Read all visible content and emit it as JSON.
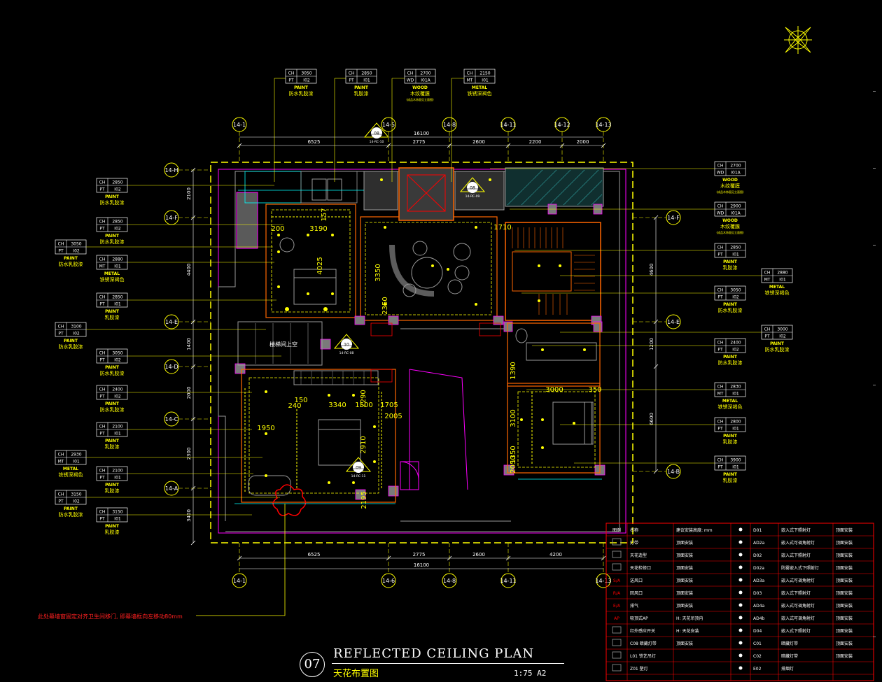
{
  "title": {
    "number": "07",
    "main": "REFLECTED CEILING PLAN",
    "sub": "天花布置图",
    "scale": "1:75 A2"
  },
  "note": "此处幕墙窗固定对齐卫生间移门, 即幕墙框向左移动80mm",
  "grid_top": [
    "14-1",
    "14-5",
    "14-8",
    "14-11",
    "14-12",
    "14-13"
  ],
  "grid_bottom": [
    "14-1",
    "14-6",
    "14-8",
    "14-11",
    "14-13"
  ],
  "grid_left": [
    "14-H",
    "14-F",
    "14-E",
    "14-D",
    "14-C",
    "14-A"
  ],
  "grid_right": [
    "14-F",
    "14-E",
    "14-B"
  ],
  "dims_top": {
    "total": "16100",
    "segments": [
      "6525",
      "2775",
      "2600",
      "2200",
      "2000"
    ]
  },
  "dims_bottom": {
    "total": "16100",
    "segments": [
      "6525",
      "2775",
      "2600",
      "4200"
    ]
  },
  "dims_left": [
    "2100",
    "4400",
    "1400",
    "2000",
    "2300",
    "3400"
  ],
  "dims_right": [
    "4600",
    "1200",
    "6600"
  ],
  "room_labels": [
    "3190",
    "4025",
    "3350",
    "2350",
    "3340",
    "2290",
    "1500",
    "1705",
    "2910",
    "3000",
    "350",
    "3100",
    "1350",
    "2050",
    "200",
    "150",
    "240",
    "157",
    "1710",
    "2195",
    "2005",
    "1950",
    "1390"
  ],
  "room_text": [
    "楼梯间上空"
  ],
  "top_tags": [
    {
      "ch": "3050",
      "pt": "PT",
      "code": "Ι02",
      "mat": "PAINT",
      "desc": "防水乳胶漆"
    },
    {
      "ch": "2850",
      "pt": "PT",
      "code": "Ι01",
      "mat": "PAINT",
      "desc": "乳胶漆"
    },
    {
      "ch": "2700",
      "pt": "WD",
      "code": "Ι01A",
      "mat": "WOOD",
      "desc": "木纹覆膜",
      "extra": "(成品木饰面见立面图)"
    },
    {
      "ch": "2150",
      "pt": "MT",
      "code": "Ι01",
      "mat": "METAL",
      "desc": "铁锈深褐色"
    }
  ],
  "left_tags": [
    {
      "ch": "2850",
      "pt": "PT",
      "code": "Ι02",
      "mat": "PAINT",
      "desc": "防水乳胶漆"
    },
    {
      "ch": "2850",
      "pt": "PT",
      "code": "Ι02",
      "mat": "PAINT",
      "desc": "防水乳胶漆"
    },
    {
      "ch": "3050",
      "pt": "PT",
      "code": "Ι02",
      "mat": "PAINT",
      "desc": "防水乳胶漆"
    },
    {
      "ch": "2880",
      "pt": "MT",
      "code": "Ι01",
      "mat": "METAL",
      "desc": "铁锈深褐色"
    },
    {
      "ch": "2850",
      "pt": "PT",
      "code": "Ι01",
      "mat": "PAINT",
      "desc": "乳胶漆"
    },
    {
      "ch": "3100",
      "pt": "PT",
      "code": "Ι02",
      "mat": "PAINT",
      "desc": "防水乳胶漆"
    },
    {
      "ch": "3050",
      "pt": "PT",
      "code": "Ι02",
      "mat": "PAINT",
      "desc": "防水乳胶漆"
    },
    {
      "ch": "2400",
      "pt": "PT",
      "code": "Ι02",
      "mat": "PAINT",
      "desc": "防水乳胶漆"
    },
    {
      "ch": "2100",
      "pt": "PT",
      "code": "Ι01",
      "mat": "PAINT",
      "desc": "乳胶漆"
    },
    {
      "ch": "2930",
      "pt": "MT",
      "code": "Ι01",
      "mat": "METAL",
      "desc": "铁锈深褐色"
    },
    {
      "ch": "2100",
      "pt": "PT",
      "code": "Ι01",
      "mat": "PAINT",
      "desc": "乳胶漆"
    },
    {
      "ch": "3150",
      "pt": "PT",
      "code": "Ι02",
      "mat": "PAINT",
      "desc": "防水乳胶漆"
    },
    {
      "ch": "3150",
      "pt": "PT",
      "code": "Ι01",
      "mat": "PAINT",
      "desc": "乳胶漆"
    }
  ],
  "right_tags": [
    {
      "ch": "2700",
      "pt": "WD",
      "code": "Ι01A",
      "mat": "WOOD",
      "desc": "木纹覆膜",
      "extra": "(成品木饰面见立面图)"
    },
    {
      "ch": "2900",
      "pt": "WD",
      "code": "Ι01A",
      "mat": "WOOD",
      "desc": "木纹覆膜",
      "extra": "(成品木饰面见立面图)"
    },
    {
      "ch": "2850",
      "pt": "PT",
      "code": "Ι01",
      "mat": "PAINT",
      "desc": "乳胶漆"
    },
    {
      "ch": "3050",
      "pt": "PT",
      "code": "Ι02",
      "mat": "PAINT",
      "desc": "防水乳胶漆"
    },
    {
      "ch": "2400",
      "pt": "PT",
      "code": "Ι02",
      "mat": "PAINT",
      "desc": "防水乳胶漆"
    },
    {
      "ch": "2830",
      "pt": "MT",
      "code": "Ι01",
      "mat": "METAL",
      "desc": "铁锈深褐色"
    },
    {
      "ch": "2800",
      "pt": "PT",
      "code": "Ι01",
      "mat": "PAINT",
      "desc": "乳胶漆"
    },
    {
      "ch": "3900",
      "pt": "PT",
      "code": "Ι01",
      "mat": "PAINT",
      "desc": "乳胶漆"
    }
  ],
  "right_outer_tags": [
    {
      "ch": "2880",
      "pt": "MT",
      "code": "Ι01",
      "mat": "METAL",
      "desc": "铁锈深褐色"
    },
    {
      "ch": "3000",
      "pt": "PT",
      "code": "Ι02",
      "mat": "PAINT",
      "desc": "防水乳胶漆"
    }
  ],
  "section_marks": [
    {
      "num": "08",
      "sheet": "14-RC-10"
    },
    {
      "num": "08",
      "sheet": "14-RC-09"
    },
    {
      "num": "10",
      "sheet": "14-RC-08"
    },
    {
      "num": "09",
      "sheet": "14-RC-11"
    }
  ],
  "legend": {
    "header": [
      "图例",
      "名称",
      "建议安装高度: mm"
    ],
    "left": [
      {
        "sym": "",
        "name": "灯带",
        "note": "顶面安装"
      },
      {
        "sym": "",
        "name": "天花造型",
        "note": "顶面安装"
      },
      {
        "sym": "",
        "name": "天花检修口",
        "note": "顶面安装"
      },
      {
        "sym": "S/A",
        "name": "送风口",
        "note": "顶面安装"
      },
      {
        "sym": "R/A",
        "name": "回风口",
        "note": "顶面安装"
      },
      {
        "sym": "E/A",
        "name": "排气",
        "note": "顶面安装"
      },
      {
        "sym": "AP",
        "name": "吸顶式AP",
        "note": "H: 天花吊顶内"
      },
      {
        "sym": "",
        "name": "红外感应开关",
        "note": "H: 天花安装"
      },
      {
        "sym": "",
        "name": "C08 暗藏灯带",
        "note": "顶面安装"
      },
      {
        "sym": "",
        "name": "L01 铁艺吊灯",
        "note": ""
      },
      {
        "sym": "",
        "name": "Z01 壁灯",
        "note": ""
      }
    ],
    "right": [
      {
        "code": "D01",
        "name": "嵌入式下照射灯",
        "note": "顶面安装"
      },
      {
        "code": "AD2a",
        "name": "嵌入式可调角射灯",
        "note": "顶面安装"
      },
      {
        "code": "D02",
        "name": "嵌入式下照射灯",
        "note": "顶面安装"
      },
      {
        "code": "D02a",
        "name": "防雾嵌入式下照射灯",
        "note": "顶面安装"
      },
      {
        "code": "AD3a",
        "name": "嵌入式可调角射灯",
        "note": "顶面安装"
      },
      {
        "code": "D03",
        "name": "嵌入式下照射灯",
        "note": "顶面安装"
      },
      {
        "code": "AD4a",
        "name": "嵌入式可调角射灯",
        "note": "顶面安装"
      },
      {
        "code": "AD4b",
        "name": "嵌入式可调角射灯",
        "note": "顶面安装"
      },
      {
        "code": "D04",
        "name": "嵌入式下照射灯",
        "note": "顶面安装"
      },
      {
        "code": "C01",
        "name": "暗藏灯带",
        "note": "顶面安装"
      },
      {
        "code": "C02",
        "name": "暗藏灯带",
        "note": "顶面安装"
      },
      {
        "code": "E02",
        "name": "排烟灯",
        "note": ""
      }
    ]
  },
  "colors": {
    "yellow": "#ffff00",
    "magenta": "#ff00ff",
    "orange": "#ff6600",
    "red": "#ff0000",
    "cyan": "#00ffff",
    "gray": "#9a9a9a",
    "green": "#00ff00",
    "white": "#ffffff",
    "blue": "#4a6cff"
  }
}
